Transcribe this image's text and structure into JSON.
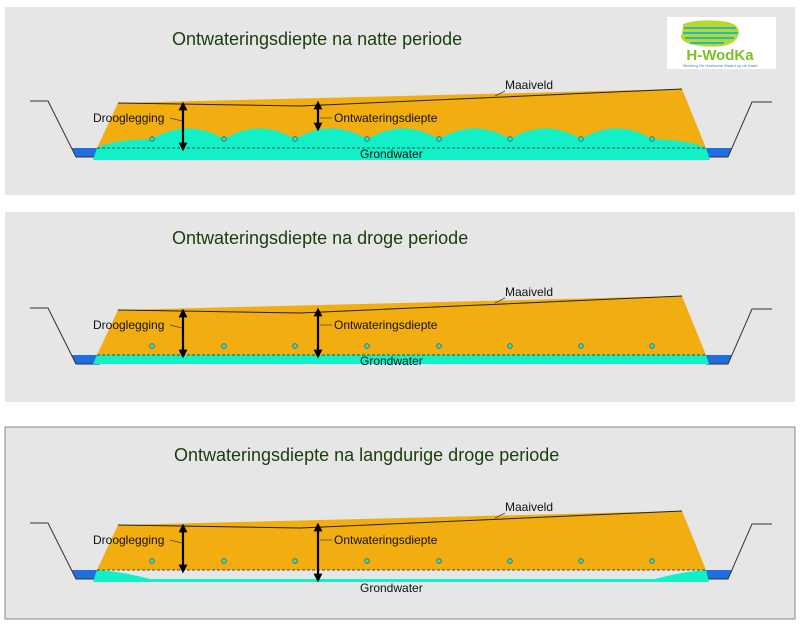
{
  "logo": {
    "name": "H-WodKa",
    "tagline": "Stichting De Hoeksche Waard op de Kaart"
  },
  "colors": {
    "panel_bg": "#e6e6e6",
    "soil": "#f2ad10",
    "groundwater": "#12f0c8",
    "ditch_water": "#1f6fe0",
    "title": "#1a3d0a"
  },
  "panels": [
    {
      "title": "Ontwateringsdiepte na natte periode",
      "surface_label": "Maaiveld",
      "freeboard_label": "Drooglegging",
      "drainage_depth_label": "Ontwateringsdiepte",
      "groundwater_label": "Grondwater",
      "state": "wet"
    },
    {
      "title": "Ontwateringsdiepte na droge periode",
      "surface_label": "Maaiveld",
      "freeboard_label": "Drooglegging",
      "drainage_depth_label": "Ontwateringsdiepte",
      "groundwater_label": "Grondwater",
      "state": "dry"
    },
    {
      "title": "Ontwateringsdiepte na langdurige droge periode",
      "surface_label": "Maaiveld",
      "freeboard_label": "Drooglegging",
      "drainage_depth_label": "Ontwateringsdiepte",
      "groundwater_label": "Grondwater",
      "state": "long-dry"
    }
  ]
}
